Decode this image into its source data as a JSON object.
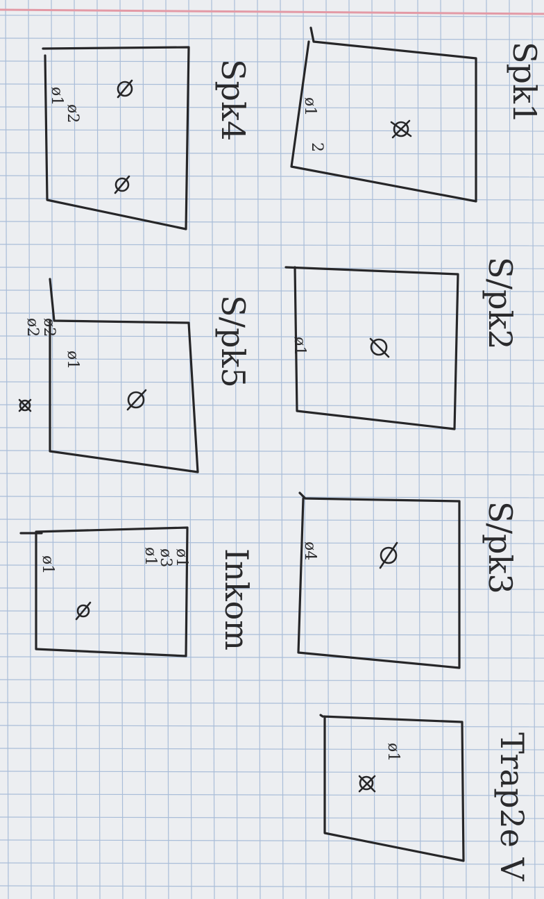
{
  "image": {
    "description_type": "photo-of-hand-drawn-sketch",
    "paper": {
      "background": "#eceef1",
      "grid_color": "#a9bdd8",
      "margin_color": "#e39aa6"
    },
    "ink_color": "#262628"
  },
  "labels": {
    "room_1": "Spk1",
    "room_2": "S/pk2",
    "room_3": "S/pk3",
    "room_4": "Spk4",
    "room_5": "S/pk5",
    "entrance": "Inkom",
    "stairs": "Trap2e V"
  },
  "marks": {
    "room_1": [
      "ø1",
      "2"
    ],
    "room_2": [
      "ø1"
    ],
    "room_3": [
      "ø4"
    ],
    "room_4": [
      "ø1",
      "ø2"
    ],
    "room_5": [
      "ø1",
      "ø2",
      "ø2"
    ],
    "entrance": [
      "ø1",
      "ø1",
      "ø3",
      "ø1"
    ],
    "stairs": [
      "ø1"
    ]
  }
}
